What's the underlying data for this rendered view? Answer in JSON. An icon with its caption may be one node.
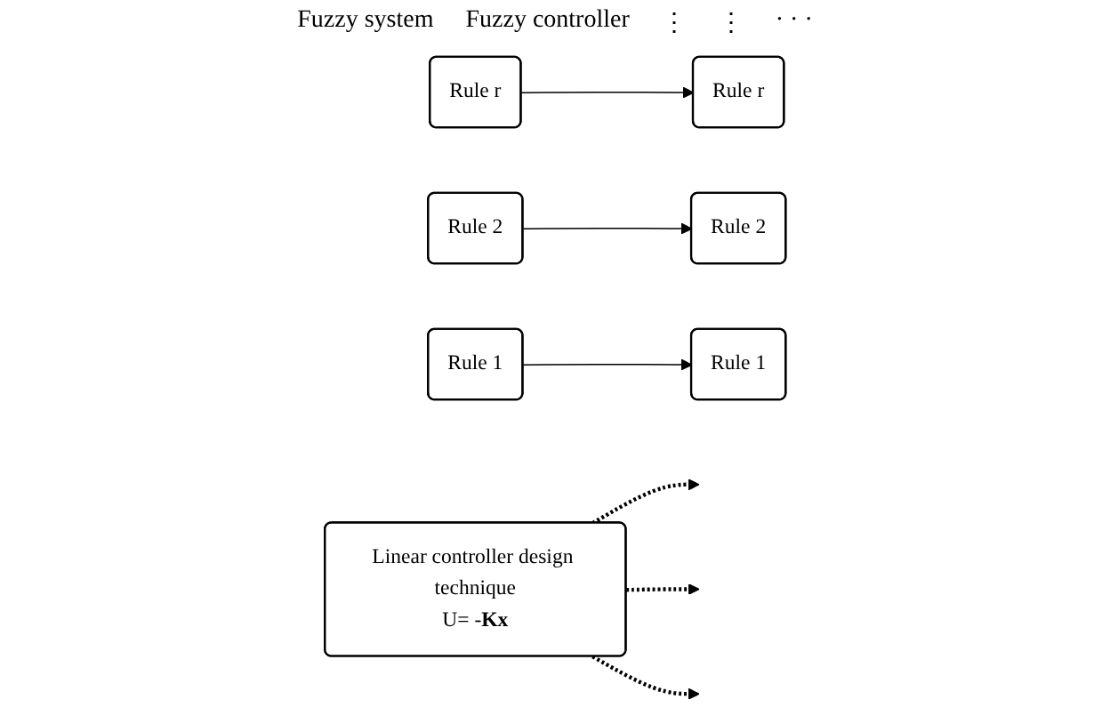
{
  "diagram": {
    "nodes": [
      {
        "text": [
          "Rule r"
        ]
      },
      {
        "text": [
          "Rule 2"
        ]
      },
      {
        "text": [
          "Rule 1"
        ]
      },
      {
        "text": [
          "Rule r"
        ]
      },
      {
        "text": [
          "Rule 2"
        ]
      },
      {
        "text": [
          "Rule 1"
        ]
      },
      {
        "text": [
          "Linear controller design technique",
          "U= -**Kx**"
        ]
      }
    ],
    "edges": [
      {
        "from": 0,
        "to": 3,
        "arrow": "to"
      },
      {
        "from": 1,
        "to": 4,
        "arrow": "to"
      },
      {
        "from": 2,
        "to": 5,
        "arrow": "to"
      },
      {
        "from": 6,
        "to": null,
        "arrow": "to",
        "style": "dashed"
      },
      {
        "from": 6,
        "to": null,
        "arrow": "to",
        "style": "dashed"
      },
      {
        "from": 6,
        "to": null,
        "arrow": "to",
        "style": "dashed"
      }
    ],
    "labels": [
      "Fuzzy system",
      "Fuzzy controller",
      "⋮",
      "⋮",
      "· · ·"
    ]
  }
}
